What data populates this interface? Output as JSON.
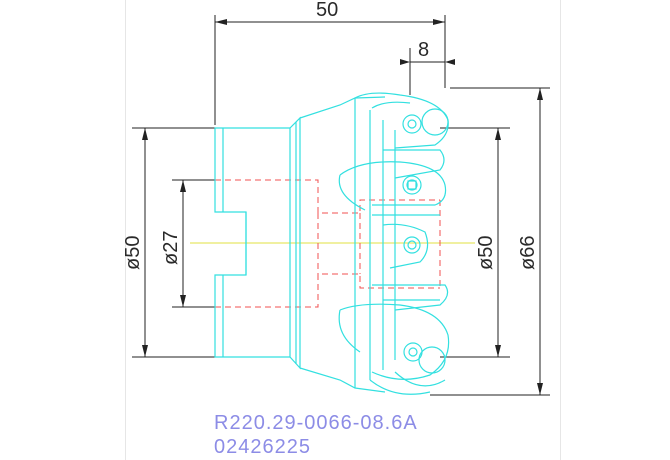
{
  "drawing": {
    "dimensions": {
      "length_total": "50",
      "length_small": "8",
      "dia_left": "ø50",
      "dia_bore": "ø27",
      "dia_right": "ø50",
      "dia_outer": "ø66"
    },
    "part_number": "R220.29-0066-08.6A",
    "order_code": "02426225",
    "colors": {
      "outline": "#33e0e0",
      "hidden": "#f05050",
      "centerline": "#e0e040",
      "dimension": "#222222",
      "text": "#8c8ce6"
    }
  }
}
